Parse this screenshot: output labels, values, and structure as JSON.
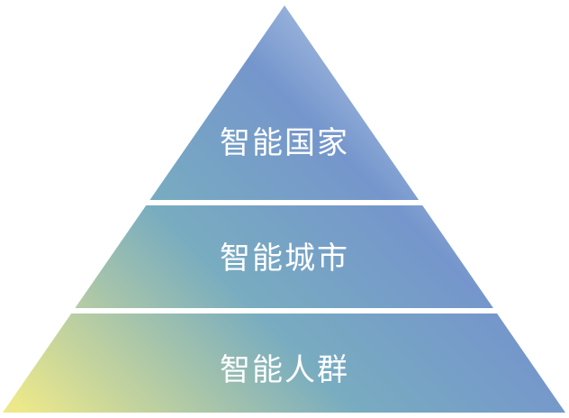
{
  "pyramid": {
    "tiers": [
      {
        "label": "智能国家"
      },
      {
        "label": "智能城市"
      },
      {
        "label": "智能人群"
      }
    ],
    "colors": {
      "gradient_start": "#ede98a",
      "gradient_mid": "#78acc0",
      "gradient_blue": "#7596cc",
      "gradient_end": "#c6d6ee",
      "separator": "#ffffff",
      "label": "#ffffff"
    }
  }
}
